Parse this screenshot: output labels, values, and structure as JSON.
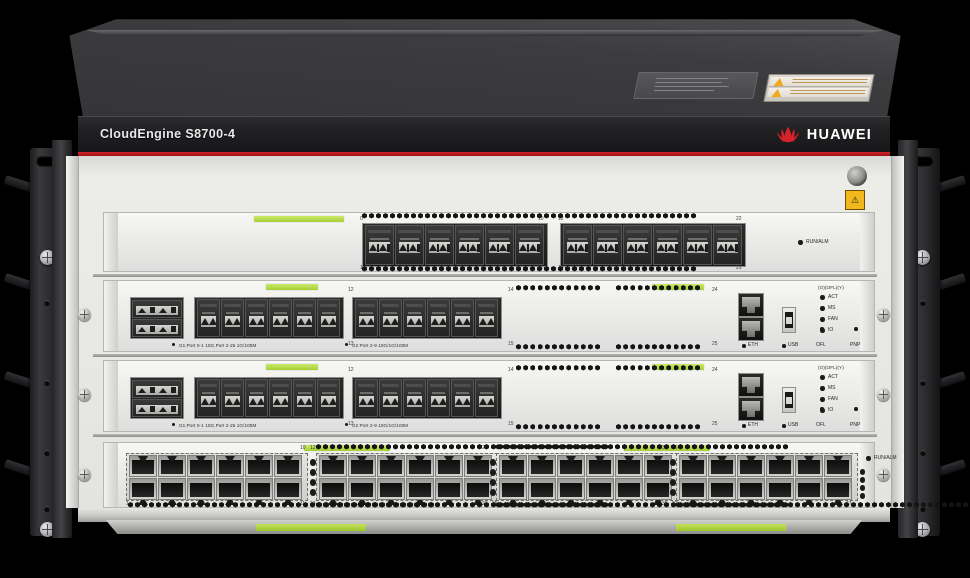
{
  "device": {
    "model_label": "CloudEngine S8700-4",
    "brand": "HUAWEI",
    "brand_mark_icon": "huawei-petal-logo"
  },
  "chassis": {
    "esd_warning_icon": "esd-warning-icon",
    "ground_port_label": "",
    "top_labels": [
      "",
      ""
    ]
  },
  "slots": [
    {
      "id": "slot-1",
      "type": "sfp-line-card",
      "status_led": {
        "label": "RUN/ALM",
        "color": "#1b1b1b"
      },
      "port_groups": [
        {
          "start": "0",
          "end": "10",
          "bottom_start": "1",
          "bottom_end": "11",
          "count": 6
        },
        {
          "start": "12",
          "end": "22",
          "bottom_start": "13",
          "bottom_end": "23",
          "count": 6
        }
      ]
    },
    {
      "id": "slot-2",
      "type": "sfp-plus-line-card",
      "group_labels": [
        "G1:Port 0-1 10G,Port 2-25 1G/100M",
        "G2:Port 2-9 10G/1G/100M"
      ],
      "port_numbers": [
        "12",
        "13",
        "14",
        "15",
        "24",
        "25"
      ],
      "mgmt": {
        "eth_label": "ETH",
        "usb_label": "USB",
        "ofl_label": "OFL",
        "pnp_label": "PNP",
        "eth_icon": "rj45-icon",
        "usb_icon": "usb-icon"
      },
      "leds": [
        {
          "label": "ACT",
          "color": "#1b1b1b"
        },
        {
          "label": "MS",
          "color": "#1b1b1b"
        },
        {
          "label": "FAN",
          "color": "#1b1b1b"
        },
        {
          "label": "IO",
          "color": "#1b1b1b"
        }
      ],
      "led_header": "(O)(OFL)(Y)"
    },
    {
      "id": "slot-3",
      "type": "sfp-plus-line-card",
      "group_labels": [
        "G1:Port 0-1 10G,Port 2-25 1G/100M",
        "G2:Port 2-9 10G/1G/100M"
      ],
      "port_numbers": [
        "12",
        "13",
        "14",
        "15",
        "24",
        "25"
      ],
      "mgmt": {
        "eth_label": "ETH",
        "usb_label": "USB",
        "ofl_label": "OFL",
        "pnp_label": "PNP",
        "eth_icon": "rj45-icon",
        "usb_icon": "usb-icon"
      },
      "leds": [
        {
          "label": "ACT",
          "color": "#1b1b1b"
        },
        {
          "label": "MS",
          "color": "#1b1b1b"
        },
        {
          "label": "FAN",
          "color": "#1b1b1b"
        },
        {
          "label": "IO",
          "color": "#1b1b1b"
        }
      ],
      "led_header": "(O)(OFL)(Y)"
    },
    {
      "id": "slot-4",
      "type": "rj45-48-port-card",
      "status_led": {
        "label": "RUN/ALM",
        "color": "#1b1b1b"
      },
      "port_numbers": [
        "0",
        "1",
        "10",
        "11",
        "12",
        "13",
        "22",
        "23",
        "24",
        "25",
        "34",
        "35",
        "36",
        "37",
        "46",
        "47"
      ]
    }
  ],
  "colors": {
    "brand_red": "#d6232a",
    "bezel_black": "#202022",
    "chassis_silver": "#e3e3e0",
    "accent_green": "#a4cf33",
    "esd_yellow": "#f0b81d"
  }
}
